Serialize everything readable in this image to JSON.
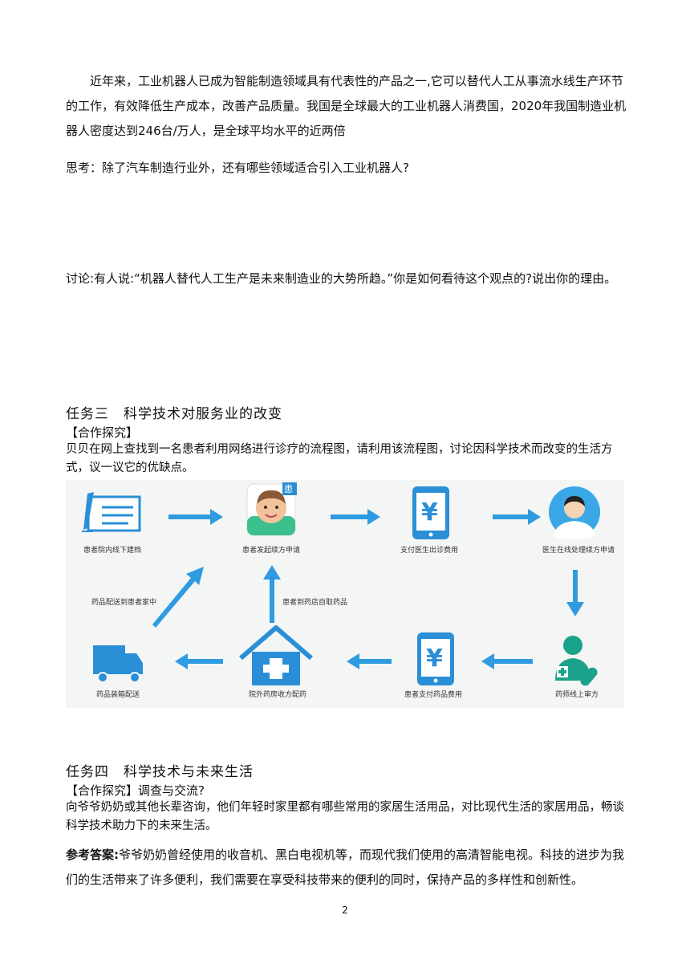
{
  "intro_paragraph": "近年来，工业机器人已成为智能制造领域具有代表性的产品之一,它可以替代人工从事流水线生产环节的工作，有效降低生产成本，改善产品质量。我国是全球最大的工业机器人消费国，2020年我国制造业机器人密度达到246台/万人，是全球平均水平的近两倍",
  "think_question": "思考：除了汽车制造行业外，还有哪些领域适合引入工业机器人?",
  "discussion": "讨论:有人说:“机器人替代人工生产是未来制造业的大势所趋。”你是如何看待这个观点的?说出你的理由。",
  "task3": {
    "title": "任务三　科学技术对服务业的改变",
    "subtitle": "【合作探究】",
    "body": "贝贝在网上查找到一名患者利用网络进行诊疗的流程图，请利用该流程图，讨论因科学技术而改变的生活方式，议一议它的优缺点。"
  },
  "flowchart": {
    "steps": [
      "患者院内线下建档",
      "患者发起续方申请",
      "支付医生出诊费用",
      "医生在线处理续方申请",
      "药师线上审方",
      "患者支付药品费用",
      "院外药房收方配药",
      "药品装箱配送"
    ],
    "edge_labels": [
      "药品配送到患者家中",
      "患者到药店自取药品"
    ],
    "badge": "患",
    "currency_symbol": "¥",
    "icons": [
      "document-pen-icon",
      "patient-avatar-icon",
      "phone-payment-icon",
      "doctor-icon",
      "pharmacist-icon",
      "phone-payment-icon",
      "pharmacy-house-icon",
      "delivery-truck-icon"
    ],
    "colors": {
      "arrow": "#2f9be0",
      "icon": "#2a8fd6",
      "teal": "#1aa38a"
    }
  },
  "task4": {
    "title": "任务四　科学技术与未来生活",
    "subtitle_bracket": "【合作探究】",
    "subtitle_rest": "调查与交流?",
    "body": "向爷爷奶奶或其他长辈咨询，他们年轻时家里都有哪些常用的家居生活用品，对比现代生活的家居用品，畅谈科学技术助力下的未来生活。",
    "answer_label": "参考答案:",
    "answer_text": "爷爷奶奶曾经使用的收音机、黑白电视机等，而现代我们使用的高清智能电视。科技的进步为我们的生活带来了许多便利，我们需要在享受科技带来的便利的同时，保持产品的多样性和创新性。"
  },
  "page_number": "2"
}
